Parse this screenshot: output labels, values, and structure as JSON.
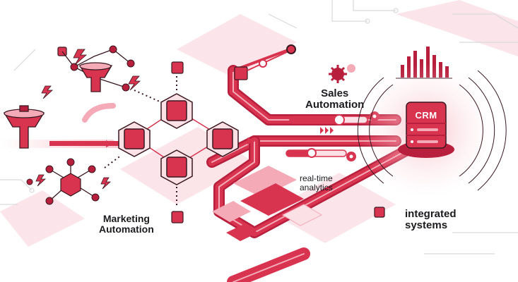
{
  "labels": {
    "sales_automation": [
      "Sales",
      "Automation"
    ],
    "marketing_automation": [
      "Marketing",
      "Automation"
    ],
    "realtime_analytics": [
      "real-time",
      "analytics"
    ],
    "integrated_systems": [
      "integrated",
      "systems"
    ],
    "crm": "CRM"
  },
  "colors": {
    "primary": "#d8334f",
    "dark": "#b71f3c",
    "light": "#f4aab7",
    "pale": "#fbe1e6",
    "outline": "#3b1820"
  },
  "icons": [
    "sales-funnel-icon",
    "lightning-bolt-icon",
    "hexagon-cube-icon",
    "gear-icon",
    "bar-chart-icon",
    "server-stack-icon",
    "progress-bar-icon"
  ]
}
